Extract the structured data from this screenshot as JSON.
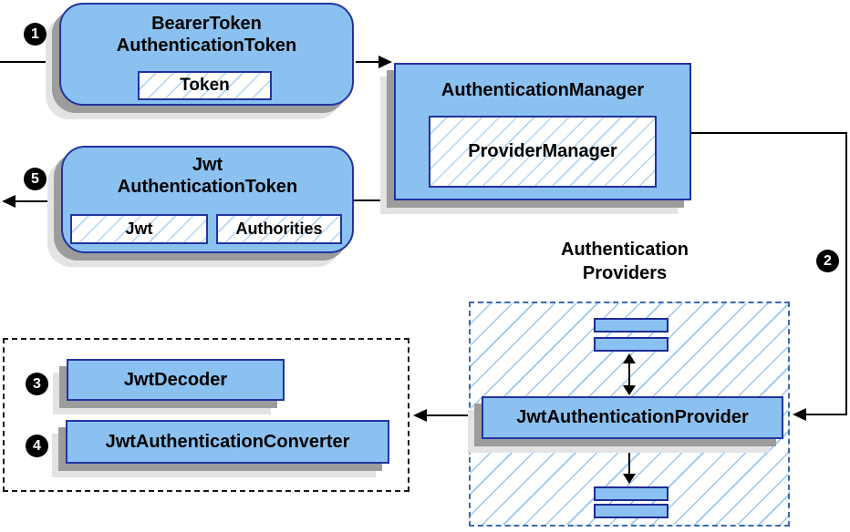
{
  "diagram": {
    "bearer_token": {
      "title_line1": "BearerToken",
      "title_line2": "AuthenticationToken",
      "field_token": "Token"
    },
    "authentication_manager": {
      "title": "AuthenticationManager",
      "field_provider_manager": "ProviderManager"
    },
    "jwt_authentication_token": {
      "title_line1": "Jwt",
      "title_line2": "AuthenticationToken",
      "field_jwt": "Jwt",
      "field_authorities": "Authorities"
    },
    "authentication_providers": {
      "label_line1": "Authentication",
      "label_line2": "Providers"
    },
    "jwt_authentication_provider": {
      "title": "JwtAuthenticationProvider"
    },
    "jwt_decoder": {
      "title": "JwtDecoder"
    },
    "jwt_authentication_converter": {
      "title": "JwtAuthenticationConverter"
    },
    "step_markers": {
      "step1": "1",
      "step2": "2",
      "step3": "3",
      "step4": "4",
      "step5": "5"
    },
    "colors": {
      "node_fill": "#8ac1f0",
      "node_border": "#2233a0",
      "hatch_line": "#a6cdf0",
      "providers_dash_border": "#3a68b0",
      "helpers_dash_border": "#161616",
      "connector": "#000000",
      "shadow_dark": "#9c9c9c",
      "shadow_light": "#e3e3e3",
      "marker_bg": "#000000",
      "marker_text": "#ffffff"
    }
  }
}
